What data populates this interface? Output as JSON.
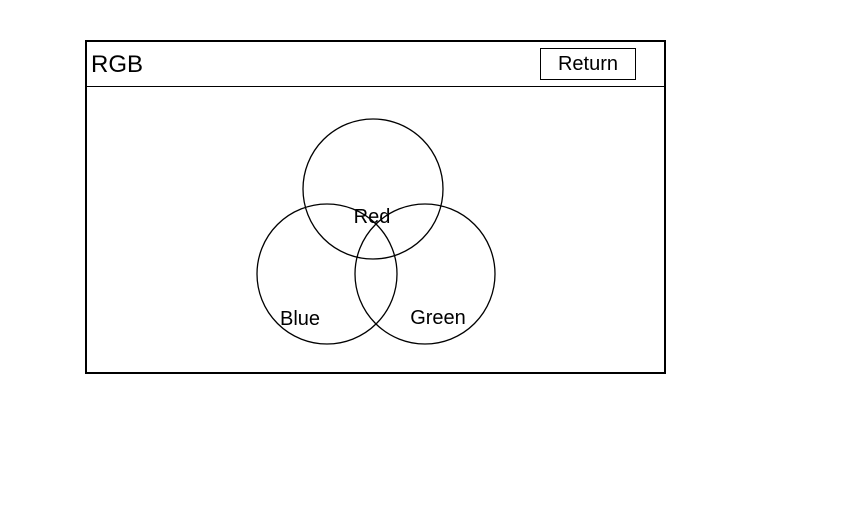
{
  "window": {
    "title": "RGB",
    "return_label": "Return"
  },
  "venn": {
    "circles": [
      {
        "label": "Red"
      },
      {
        "label": "Blue"
      },
      {
        "label": "Green"
      }
    ]
  }
}
